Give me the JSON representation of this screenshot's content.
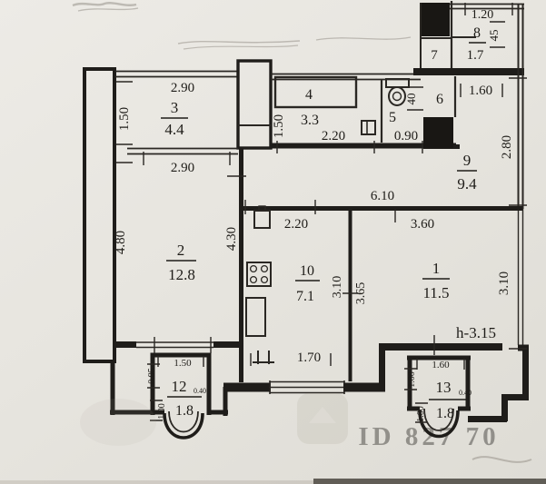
{
  "labels": {
    "room1_num": "1",
    "room1_area": "11.5",
    "room2_num": "2",
    "room2_area": "12.8",
    "room3_num": "3",
    "room3_area": "4.4",
    "room4_num": "4",
    "room4_area": "3.3",
    "room5_num": "5",
    "room5_area": "0.90",
    "room6_num": "6",
    "room7_num": "7",
    "room8_num": "8",
    "room8_area": "1.7",
    "room9_num": "9",
    "room9_area": "9.4",
    "room10_num": "10",
    "room10_area": "7.1",
    "room12_num": "12",
    "room12_coef": "0.40",
    "room12_area": "1.8",
    "room13_num": "13",
    "room13_coef": "0.40",
    "room13_area": "1.8",
    "dim_290_top": "2.90",
    "dim_150_room3": "1.50",
    "dim_290_bottom": "2.90",
    "dim_480": "4.80",
    "dim_430": "4.30",
    "dim_150_room4": "1.50",
    "dim_220_room4": "2.20",
    "dim_040_shaft": "40",
    "dim_120_room8": "1.20",
    "dim_045_room8": "45",
    "dim_160_hall": "1.60",
    "dim_280_right": "2.80",
    "dim_610": "6.10",
    "dim_220_kitchen": "2.20",
    "dim_360": "3.60",
    "dim_310_kitchen": "3.10",
    "dim_365": "3.65",
    "dim_310_right": "3.10",
    "dim_170": "1.70",
    "height_note": "h-3.15",
    "dim_150_balc12": "1.50",
    "dim_095_balc12": "0.95",
    "dim_100_balc12": "1.00",
    "dim_160_balc13": "1.60",
    "dim_100_balc13_top": "1.00",
    "dim_100_balc13_bot": "1.00",
    "watermark_id": "ID 827 70"
  }
}
